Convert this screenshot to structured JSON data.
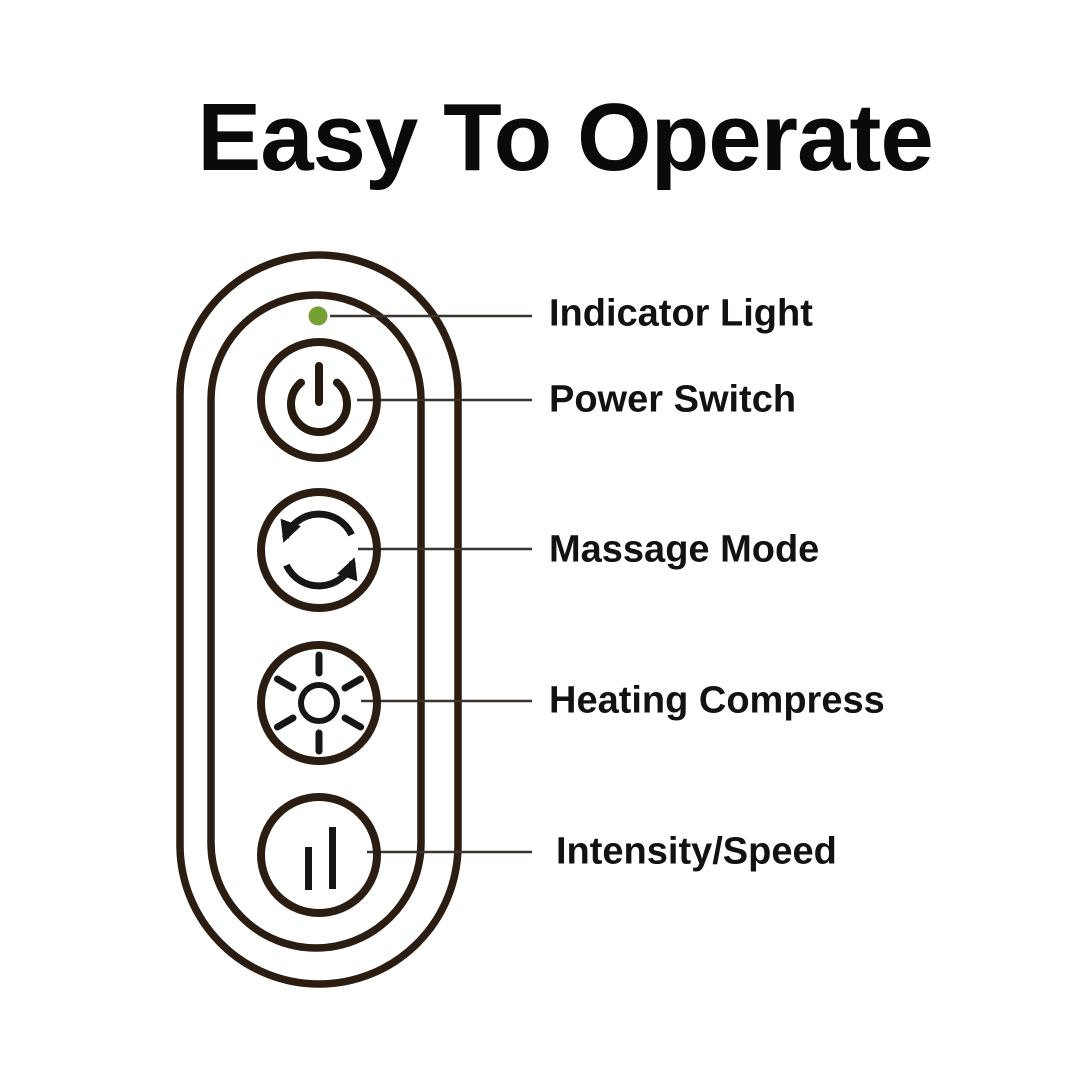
{
  "title": "Easy To Operate",
  "colors": {
    "outline": "#2b1d11",
    "icon": "#161616",
    "icon_brown": "#26190d",
    "green": "#76a032",
    "leader": "#3a342e",
    "text": "#121212",
    "title_text": "#0a0a0a",
    "background": "#ffffff"
  },
  "annotations": {
    "indicator_light": "Indicator Light",
    "power_switch": "Power Switch",
    "massage_mode": "Massage Mode",
    "heating_compress": "Heating Compress",
    "intensity_speed": "Intensity/Speed"
  }
}
